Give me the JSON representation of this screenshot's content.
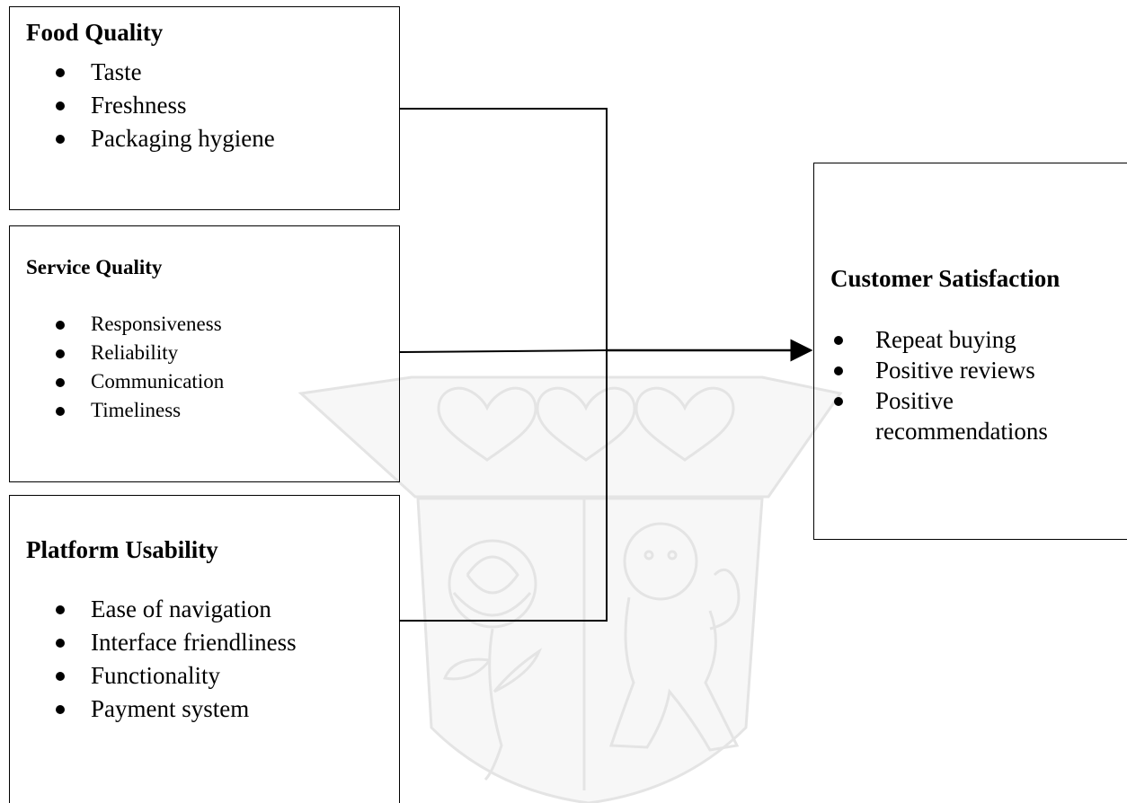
{
  "boxes": {
    "food_quality": {
      "title": "Food Quality",
      "items": [
        "Taste",
        "Freshness",
        "Packaging hygiene"
      ]
    },
    "service_quality": {
      "title": "Service Quality",
      "items": [
        "Responsiveness",
        "Reliability",
        "Communication",
        "Timeliness"
      ]
    },
    "platform_usability": {
      "title": "Platform Usability",
      "items": [
        "Ease of navigation",
        "Interface friendliness",
        "Functionality",
        "Payment system"
      ]
    },
    "customer_satisfaction": {
      "title": "Customer Satisfaction",
      "items": [
        "Repeat buying",
        "Positive reviews",
        "Positive recommendations"
      ]
    }
  },
  "colors": {
    "line": "#000000",
    "watermark": "#e4e4e4",
    "watermark_fill": "#f7f7f7"
  }
}
